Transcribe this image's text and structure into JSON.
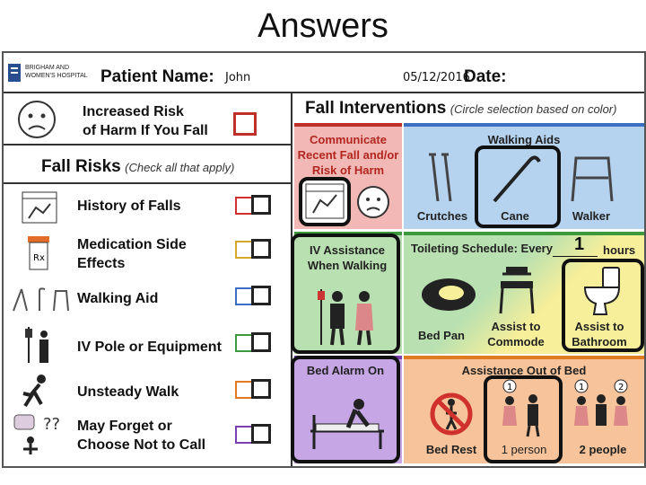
{
  "slide": {
    "title": "Answers"
  },
  "header": {
    "hospital_logo": "BRIGHAM AND WOMEN'S HOSPITAL",
    "patient_name_label": "Patient Name:",
    "patient_name_value": "John",
    "date_label": "Date:",
    "date_value": "05/12/2016"
  },
  "increased_risk": {
    "label_line1": "Increased Risk",
    "label_line2": "of Harm If You Fall"
  },
  "fall_risks": {
    "title": "Fall Risks",
    "subtitle": "(Check all that apply)",
    "items": [
      {
        "label": "History of Falls",
        "color": "#d0312d"
      },
      {
        "label_line1": "Medication Side",
        "label_line2": "Effects",
        "color": "#d4a62a"
      },
      {
        "label": "Walking Aid",
        "color": "#3a6fc4"
      },
      {
        "label": "IV Pole or Equipment",
        "color": "#3c9a3c"
      },
      {
        "label": "Unsteady Walk",
        "color": "#e07b22"
      },
      {
        "label_line1": "May Forget or",
        "label_line2": "Choose Not to Call",
        "color": "#7a3fb0"
      }
    ]
  },
  "interventions": {
    "title": "Fall Interventions",
    "subtitle": "(Circle selection based on color)",
    "communicate": {
      "line1": "Communicate",
      "line2": "Recent Fall and/or",
      "line3": "Risk of Harm"
    },
    "walking_aids": {
      "title": "Walking Aids",
      "crutches": "Crutches",
      "cane": "Cane",
      "walker": "Walker"
    },
    "iv_assist": {
      "line1": "IV Assistance",
      "line2": "When Walking"
    },
    "toileting": {
      "title": "Toileting Schedule: Every",
      "hours_value": "1",
      "hours_label": "hours",
      "bed_pan": "Bed Pan",
      "commode_line1": "Assist to",
      "commode_line2": "Commode",
      "bathroom_line1": "Assist to",
      "bathroom_line2": "Bathroom"
    },
    "bed_alarm": {
      "title": "Bed Alarm On"
    },
    "out_of_bed": {
      "title": "Assistance Out of Bed",
      "bed_rest": "Bed Rest",
      "one_person": "1 person",
      "two_people": "2 people",
      "num1": "1",
      "num2": "2"
    }
  },
  "colors": {
    "red": "#f2b8b5",
    "blue": "#b5d3ef",
    "green": "#b9e0b0",
    "yellow": "#f7ef9a",
    "orange": "#f6c39a",
    "purple": "#c7a6e6"
  }
}
